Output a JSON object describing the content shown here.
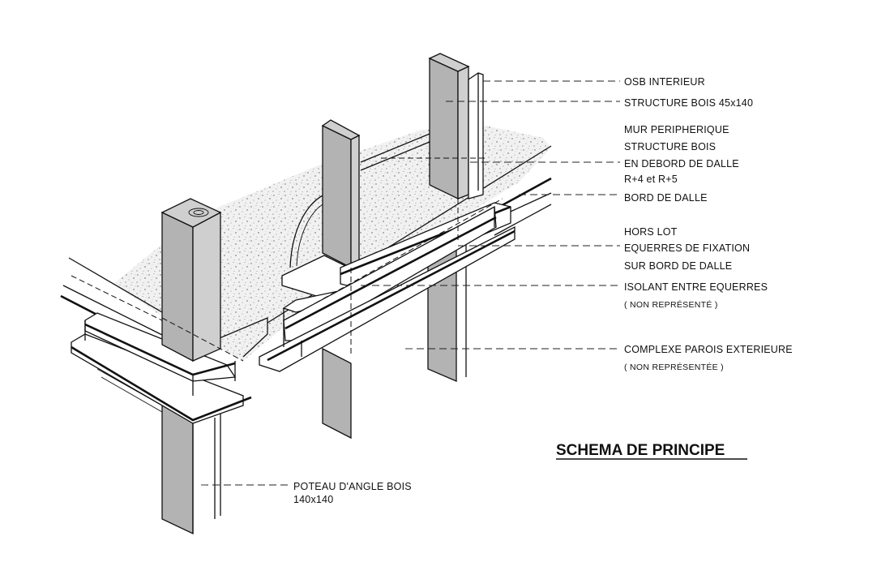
{
  "title": "SCHEMA DE PRINCIPE",
  "labels": {
    "osb": "OSB INTERIEUR",
    "structure": "STRUCTURE BOIS 45x140",
    "mur_1": "MUR PERIPHERIQUE",
    "mur_2": "STRUCTURE BOIS",
    "mur_3": "EN DEBORD DE DALLE",
    "mur_4": "R+4 et R+5",
    "bord": "BORD DE DALLE",
    "hors_1": "HORS LOT",
    "hors_2": "EQUERRES DE FIXATION",
    "hors_3": "SUR BORD DE DALLE",
    "isolant_1": "ISOLANT ENTRE EQUERRES",
    "isolant_2": "( NON REPRÉSENTÉ )",
    "complexe_1": "COMPLEXE PAROIS EXTERIEURE",
    "complexe_2": "( NON REPRÉSENTÉE )",
    "poteau_1": "POTEAU D'ANGLE BOIS",
    "poteau_2": "140x140"
  }
}
